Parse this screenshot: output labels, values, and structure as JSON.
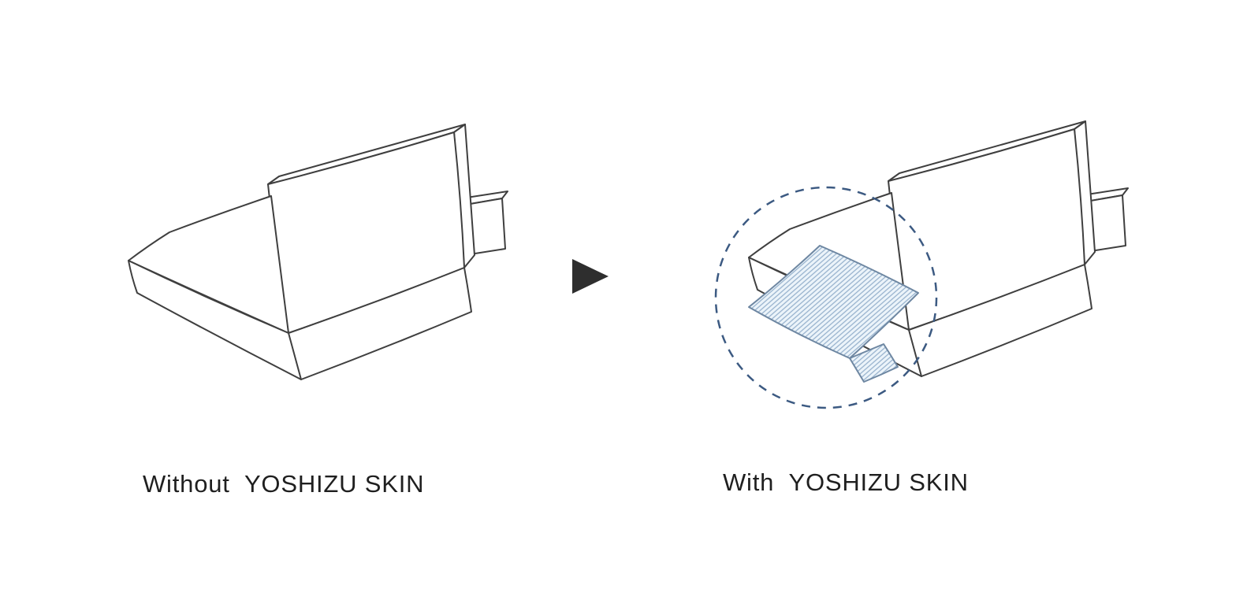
{
  "page": {
    "background": "#ffffff"
  },
  "diagram": {
    "left": {
      "caption": "Without  YOSHIZU SKIN",
      "sketch": "hand-drawn sofa without cover"
    },
    "right": {
      "caption": "With  YOSHIZU SKIN",
      "sketch": "hand-drawn sofa with woven reed skin on seat, highlighted by dashed circle"
    },
    "arrow_icon": "right-triangle-arrow",
    "colors": {
      "line": "#3f3f3f",
      "skin_fill": "#ecf4fa",
      "skin_hatch": "#92aecb",
      "skin_outline": "#6e87a2",
      "circle": "#3c5a82",
      "arrow": "#2e2e2e",
      "text": "#1f1f1f"
    }
  }
}
